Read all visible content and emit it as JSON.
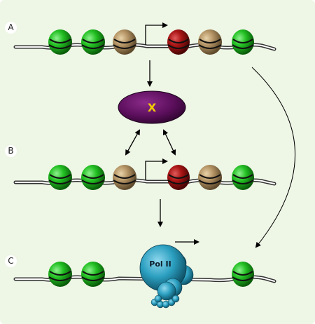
{
  "panels": {
    "a": "A",
    "b": "B",
    "c": "C"
  },
  "factor_x": {
    "label": "X"
  },
  "pol2": {
    "label": "Pol II"
  },
  "colors": {
    "background": "#eef6e6",
    "nucleosome_green": "#1bb71b",
    "nucleosome_tan": "#b39364",
    "nucleosome_red": "#b01515",
    "factor_x": "#5c0f5c",
    "factor_x_text": "#f2cb05",
    "pol2": "#2b9fc0"
  }
}
